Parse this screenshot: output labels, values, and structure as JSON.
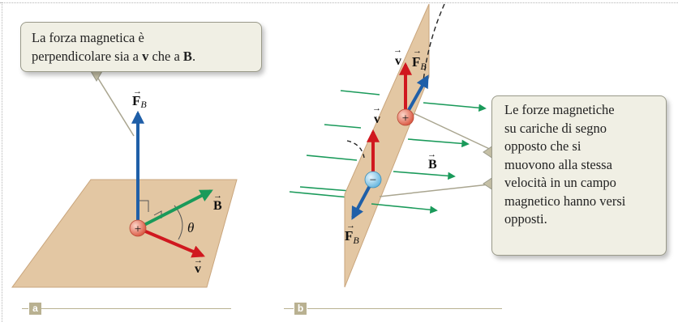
{
  "callout_a": {
    "line1": "La forza magnetica è",
    "line2_prefix": "perpendicolare sia a ",
    "line2_v": "v",
    "line2_middle": " che a ",
    "line2_b": "B",
    "line2_suffix": "."
  },
  "callout_b": {
    "lines": [
      "Le forze magnetiche",
      "su cariche di segno",
      "opposto che si",
      "muovono alla stessa",
      "velocità in un campo",
      "magnetico hanno versi",
      "opposti."
    ]
  },
  "panel_a": {
    "label": "a",
    "force_label": "F",
    "force_subscript": "B",
    "field_label": "B",
    "velocity_label": "v",
    "angle_label": "θ",
    "charge_sign": "+"
  },
  "panel_b": {
    "label": "b",
    "velocity_label_top": "v",
    "force_label_top": "F",
    "force_subscript_top": "B",
    "velocity_label_mid": "v",
    "field_label": "B",
    "force_label_bottom": "F",
    "force_subscript_bottom": "B",
    "positive_charge_sign": "+",
    "negative_charge_sign": "−"
  },
  "colors": {
    "plane": "#e3c7a3",
    "plane_edge": "#c9a57c",
    "force_arrow": "#1f5fa8",
    "field_arrow": "#1a9a5a",
    "velocity_arrow": "#d0181f",
    "callout_bg": "#f0efe4",
    "panel_label_bg": "#b9b191",
    "positive_charge": "#e06a55",
    "negative_charge": "#7fc6e8"
  }
}
